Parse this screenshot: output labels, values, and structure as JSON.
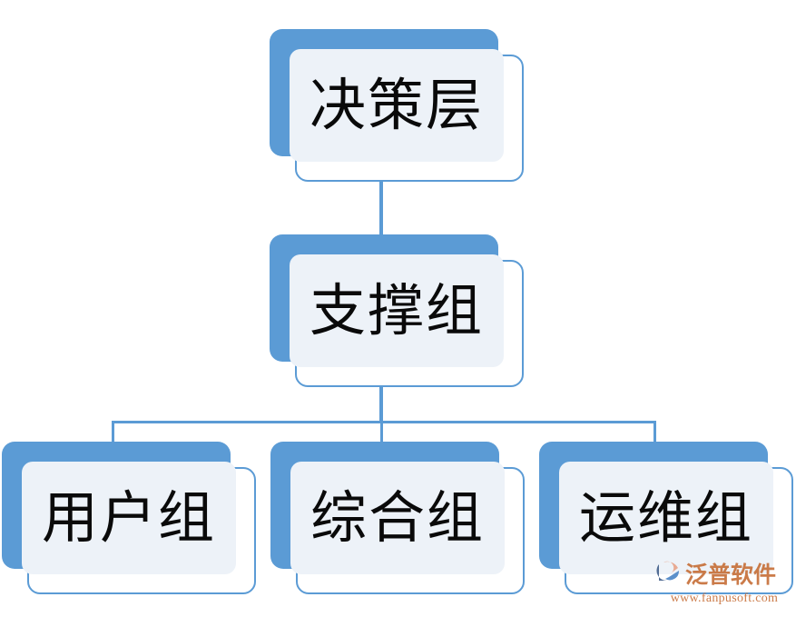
{
  "diagram": {
    "type": "org-chart",
    "title": "",
    "levels": 3,
    "colors": {
      "node_blue": "#5B9BD5",
      "node_face": "#EDF2F8",
      "node_outline": "#5B9BD5",
      "connector": "#5B9BD5",
      "label_text": "#0A0A0A",
      "watermark": "#C7703A",
      "background": "#FFFFFF"
    },
    "nodes": [
      {
        "id": "n1",
        "label": "决策层",
        "level": 1,
        "parent": null
      },
      {
        "id": "n2",
        "label": "支撑组",
        "level": 2,
        "parent": "n1"
      },
      {
        "id": "n3",
        "label": "用户组",
        "level": 3,
        "parent": "n2"
      },
      {
        "id": "n4",
        "label": "综合组",
        "level": 3,
        "parent": "n2"
      },
      {
        "id": "n5",
        "label": "运维组",
        "level": 3,
        "parent": "n2"
      }
    ],
    "edges": [
      {
        "from": "n1",
        "to": "n2"
      },
      {
        "from": "n2",
        "to": "n3"
      },
      {
        "from": "n2",
        "to": "n4"
      },
      {
        "from": "n2",
        "to": "n5"
      }
    ]
  },
  "watermark": {
    "brand": "泛普软件",
    "url": "www.fanpusoft.com",
    "logo_icon": "fanpu-logo-icon"
  }
}
